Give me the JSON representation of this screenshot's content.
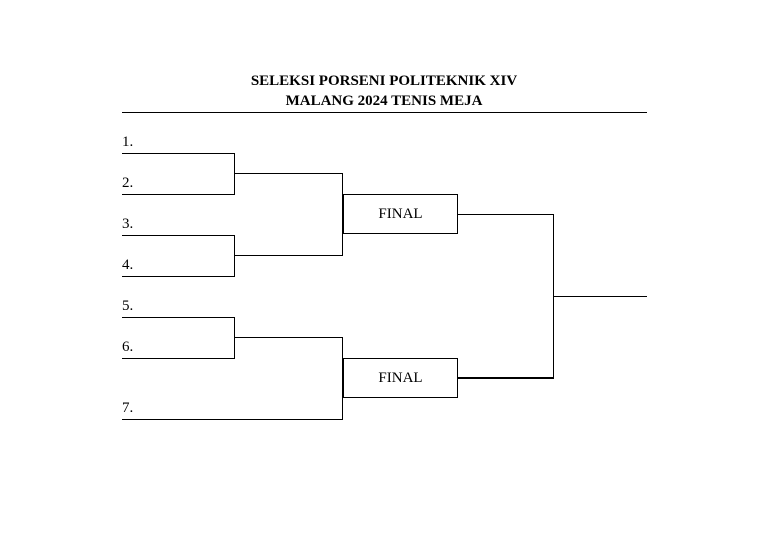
{
  "header": {
    "title_line1": "SELEKSI PORSENI POLITEKNIK XIV",
    "title_line2": "MALANG 2024 TENIS MEJA"
  },
  "bracket": {
    "slots": [
      "1.",
      "2.",
      "3.",
      "4.",
      "5.",
      "6.",
      "7."
    ],
    "final_boxes": [
      "FINAL",
      "FINAL"
    ]
  }
}
